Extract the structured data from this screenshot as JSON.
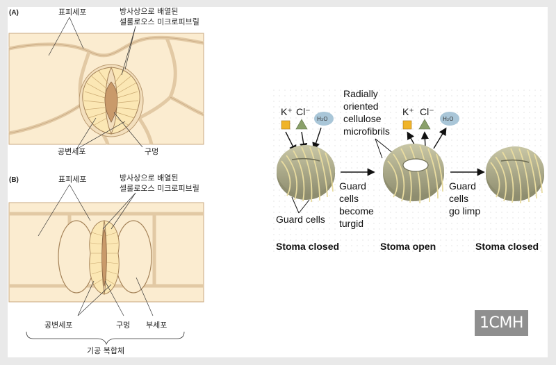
{
  "left_panel": {
    "panel_a": {
      "letter": "(A)",
      "epidermal_cell": "표피세포",
      "microfibril_line1": "방사상으로 배열된",
      "microfibril_line2": "셀룰로오스 미크로피브릴",
      "guard_cell": "공변세포",
      "pore": "구멍"
    },
    "panel_b": {
      "letter": "(B)",
      "epidermal_cell": "표피세포",
      "microfibril_line1": "방사상으로 배열된",
      "microfibril_line2": "셀룰로오스 미크로피브릴",
      "guard_cell": "공변세포",
      "pore": "구멍",
      "subsidiary_cell": "부세포",
      "complex": "기공 복합체"
    }
  },
  "right_panel": {
    "ion_k": "K⁺",
    "ion_cl": "Cl⁻",
    "water": "H₂O",
    "radial_line1": "Radially",
    "radial_line2": "oriented",
    "radial_line3": "cellulose",
    "radial_line4": "microfibrils",
    "turgid_line1": "Guard",
    "turgid_line2": "cells",
    "turgid_line3": "become",
    "turgid_line4": "turgid",
    "limp_line1": "Guard",
    "limp_line2": "cells",
    "limp_line3": "go limp",
    "guard_cells_label": "Guard cells",
    "stoma_closed_1": "Stoma closed",
    "stoma_open": "Stoma open",
    "stoma_closed_2": "Stoma closed"
  },
  "watermark": "1CMH",
  "colors": {
    "cell_fill": "#fbecd0",
    "cell_wall": "#e2c9a4",
    "guard_fill": "#fbe7b4",
    "pore_fill": "#c99a6a",
    "stoma_body": "#a9a98a",
    "stoma_stripe": "#e9dca0",
    "k_square": "#f0b429",
    "cl_triangle": "#8aa06a",
    "water_drop": "#a9c6d8"
  }
}
